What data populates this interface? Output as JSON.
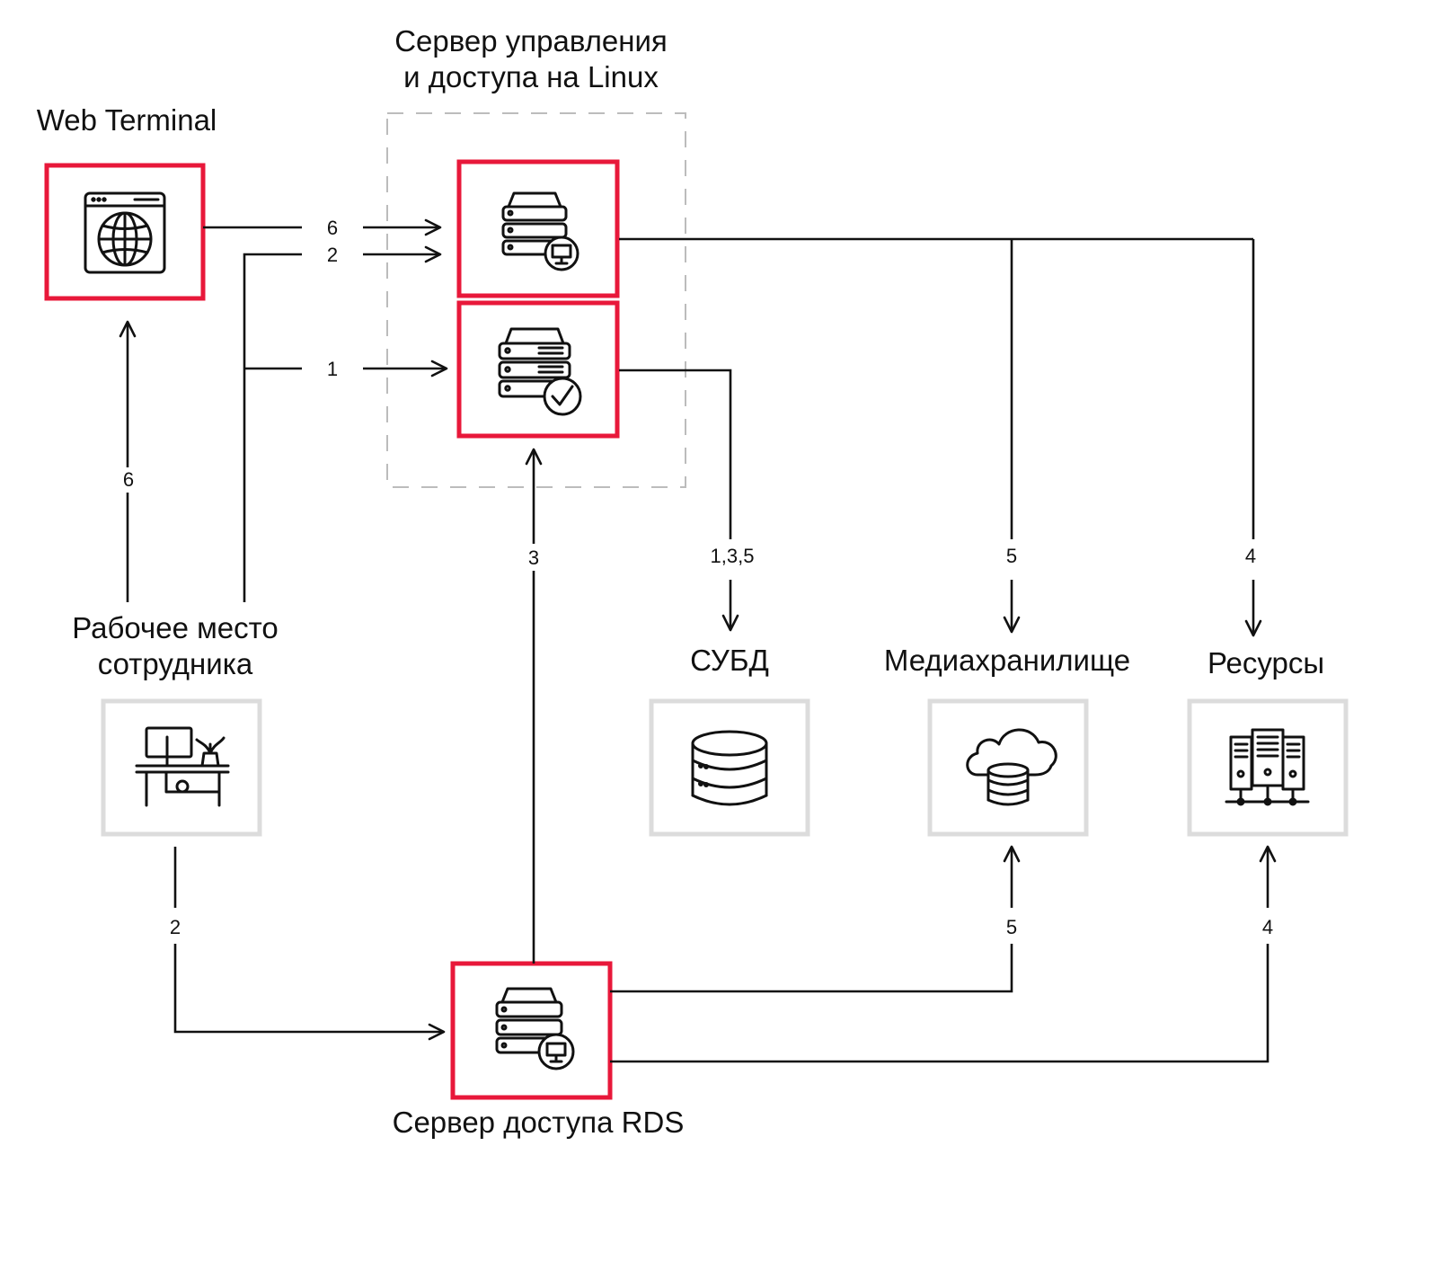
{
  "nodes": {
    "web_terminal": {
      "title": "Web Terminal",
      "icon": "browser-globe-icon"
    },
    "linux_server": {
      "title_line1": "Сервер управления",
      "title_line2": "и доступа на Linux"
    },
    "management_server": {
      "icon": "server-monitor-icon"
    },
    "access_server": {
      "icon": "server-check-icon"
    },
    "workstation": {
      "title_line1": "Рабочее место",
      "title_line2": "сотрудника",
      "icon": "desk-computer-icon"
    },
    "dbms": {
      "title": "СУБД",
      "icon": "database-icon"
    },
    "media_storage": {
      "title": "Медиахранилище",
      "icon": "cloud-database-icon"
    },
    "resources": {
      "title": "Ресурсы",
      "icon": "server-rack-icon"
    },
    "rds_server": {
      "title": "Сервер доступа RDS",
      "icon": "server-monitor-icon"
    }
  },
  "edges": {
    "wt_to_mgmt": "6",
    "ws_to_mgmt": "2",
    "ws_to_access": "1",
    "ws_to_wt": "6",
    "rds_to_access": "3",
    "access_to_dbms": "1,3,5",
    "mgmt_to_media": "5",
    "mgmt_to_resources": "4",
    "ws_to_rds": "2",
    "rds_to_media": "5",
    "rds_to_resources": "4"
  },
  "colors": {
    "highlight_border": "#e8183a",
    "neutral_border": "#dcdcdc",
    "container_dash": "#bcbcbc",
    "line": "#111111"
  }
}
